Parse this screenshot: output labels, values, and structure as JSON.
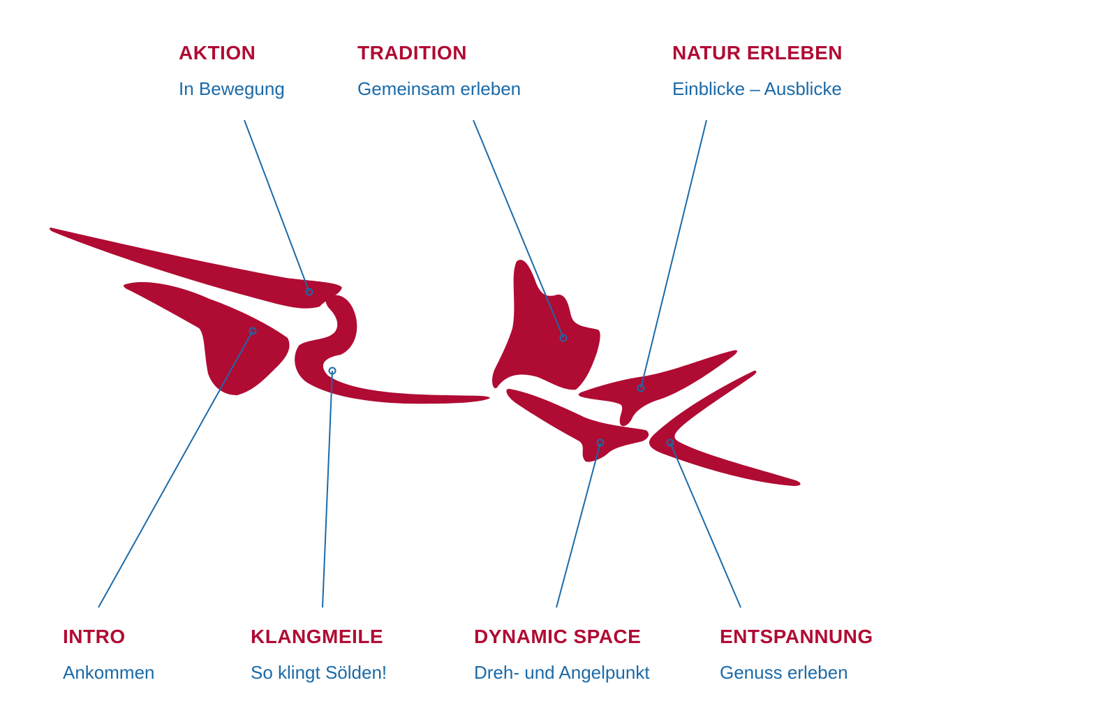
{
  "colors": {
    "shape": "#b00b33",
    "title": "#b00b33",
    "subtitle": "#1a6aa8",
    "leader_line": "#1a6aa8",
    "background": "#ffffff"
  },
  "stations": [
    {
      "id": "aktion",
      "title": "AKTION",
      "subtitle": "In Bewegung"
    },
    {
      "id": "tradition",
      "title": "TRADITION",
      "subtitle": "Gemeinsam erleben"
    },
    {
      "id": "natur",
      "title": "NATUR ERLEBEN",
      "subtitle": "Einblicke – Ausblicke"
    },
    {
      "id": "intro",
      "title": "INTRO",
      "subtitle": "Ankommen"
    },
    {
      "id": "klangmeile",
      "title": "KLANGMEILE",
      "subtitle": "So klingt Sölden!"
    },
    {
      "id": "dynamic",
      "title": "DYNAMIC SPACE",
      "subtitle": "Dreh- und Angelpunkt"
    },
    {
      "id": "entspannung",
      "title": "ENTSPANNUNG",
      "subtitle": "Genuss erleben"
    }
  ]
}
